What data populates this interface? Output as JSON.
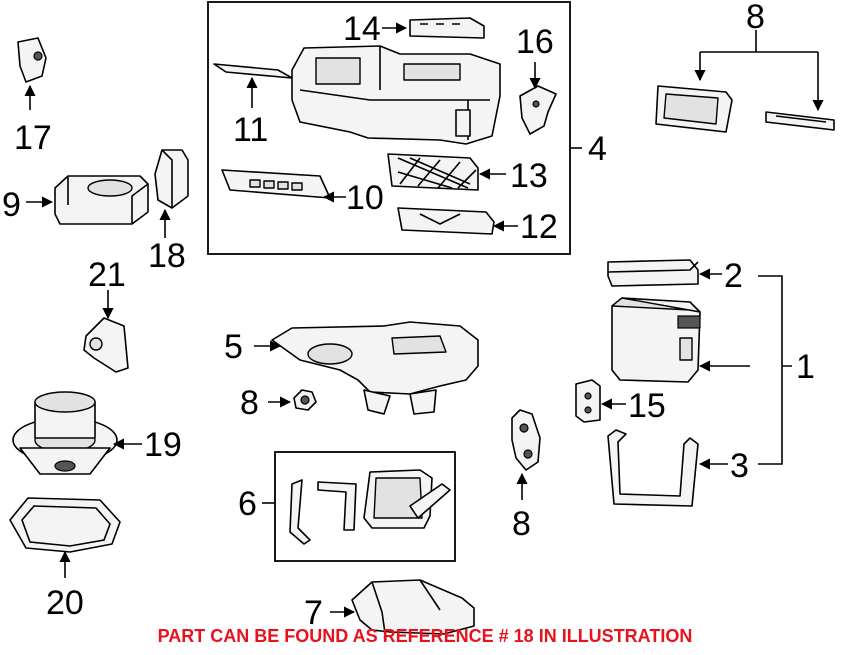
{
  "callouts": {
    "c1": "1",
    "c2": "2",
    "c3": "3",
    "c4": "4",
    "c5": "5",
    "c6": "6",
    "c7": "7",
    "c8a": "8",
    "c8b": "8",
    "c8c": "8",
    "c9": "9",
    "c10": "10",
    "c11": "11",
    "c12": "12",
    "c13": "13",
    "c14": "14",
    "c15": "15",
    "c16": "16",
    "c17": "17",
    "c18": "18",
    "c19": "19",
    "c20": "20",
    "c21": "21"
  },
  "footer": {
    "text": "PART CAN BE FOUND AS REFERENCE # 18 IN ILLUSTRATION",
    "color": "#e8121d"
  }
}
